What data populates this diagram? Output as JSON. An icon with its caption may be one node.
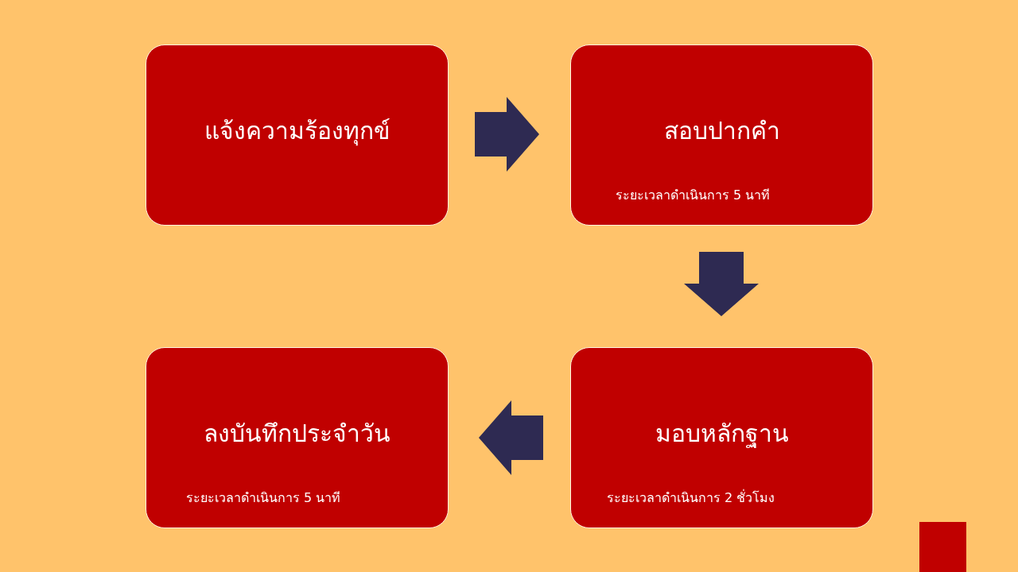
{
  "diagram": {
    "nodes": [
      {
        "text": [
          "แจ้งความร้องทุกข์"
        ]
      },
      {
        "text": [
          "สอบปากคำ",
          "ระยะเวลาดำเนินการ 5 นาที"
        ]
      },
      {
        "text": [
          "ลงบันทึกประจำวัน",
          "ระยะเวลาดำเนินการ 5 นาที"
        ]
      },
      {
        "text": [
          "มอบหลักฐาน",
          "ระยะเวลาดำเนินการ 2 ชั่วโมง"
        ]
      }
    ],
    "edges": [
      {
        "from": 0,
        "to": 1,
        "arrow": "to"
      },
      {
        "from": 1,
        "to": 3,
        "arrow": "to"
      },
      {
        "from": 3,
        "to": 2,
        "arrow": "to"
      }
    ]
  }
}
